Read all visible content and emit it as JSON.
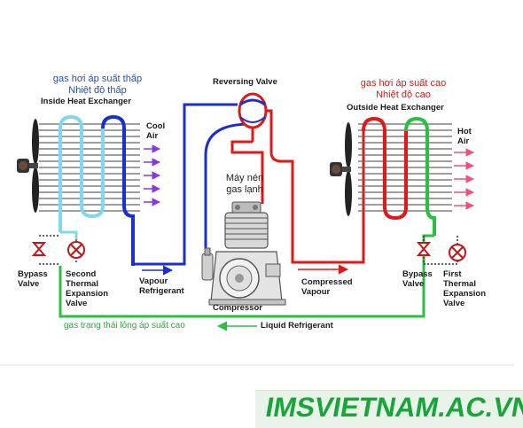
{
  "labels": {
    "inside_viet_line1": "gas hơi áp suất thấp",
    "inside_viet_line2": "Nhiệt độ thấp",
    "inside_hx": "Inside Heat Exchanger",
    "reversing_valve": "Reversing Valve",
    "outside_viet_line1": "gas hơi áp suất cao",
    "outside_viet_line2": "Nhiệt độ cao",
    "outside_hx": "Outside Heat Exchanger",
    "cool_air_line1": "Cool",
    "cool_air_line2": "Air",
    "hot_air_line1": "Hot",
    "hot_air_line2": "Air",
    "compressor_viet_line1": "Máy nén",
    "compressor_viet_line2": "gas lạnh",
    "bypass_left_line1": "Bypass",
    "bypass_left_line2": "Valve",
    "second_tev_line1": "Second",
    "second_tev_line2": "Thermal",
    "second_tev_line3": "Expansion",
    "second_tev_line4": "Valve",
    "vapour_ref_line1": "Vapour",
    "vapour_ref_line2": "Refrigerant",
    "compressor": "Compressor",
    "compressed_line1": "Compressed",
    "compressed_line2": "Vapour",
    "bypass_right_line1": "Bypass",
    "bypass_right_line2": "Valve",
    "first_tev_line1": "First",
    "first_tev_line2": "Thermal",
    "first_tev_line3": "Expansion",
    "first_tev_line4": "Valve",
    "liquid_viet": "gas trạng thái lỏng áp suất cao",
    "liquid_ref": "Liquid Refrigerant"
  },
  "brand": "IMSVIETNAM.AC.VN",
  "colors": {
    "low_pressure_vapour": "#1a2fd0",
    "cold_coil": "#7fd8ee",
    "high_pressure_vapour": "#e01818",
    "liquid": "#28c040",
    "brand_green": "#18a53a"
  }
}
